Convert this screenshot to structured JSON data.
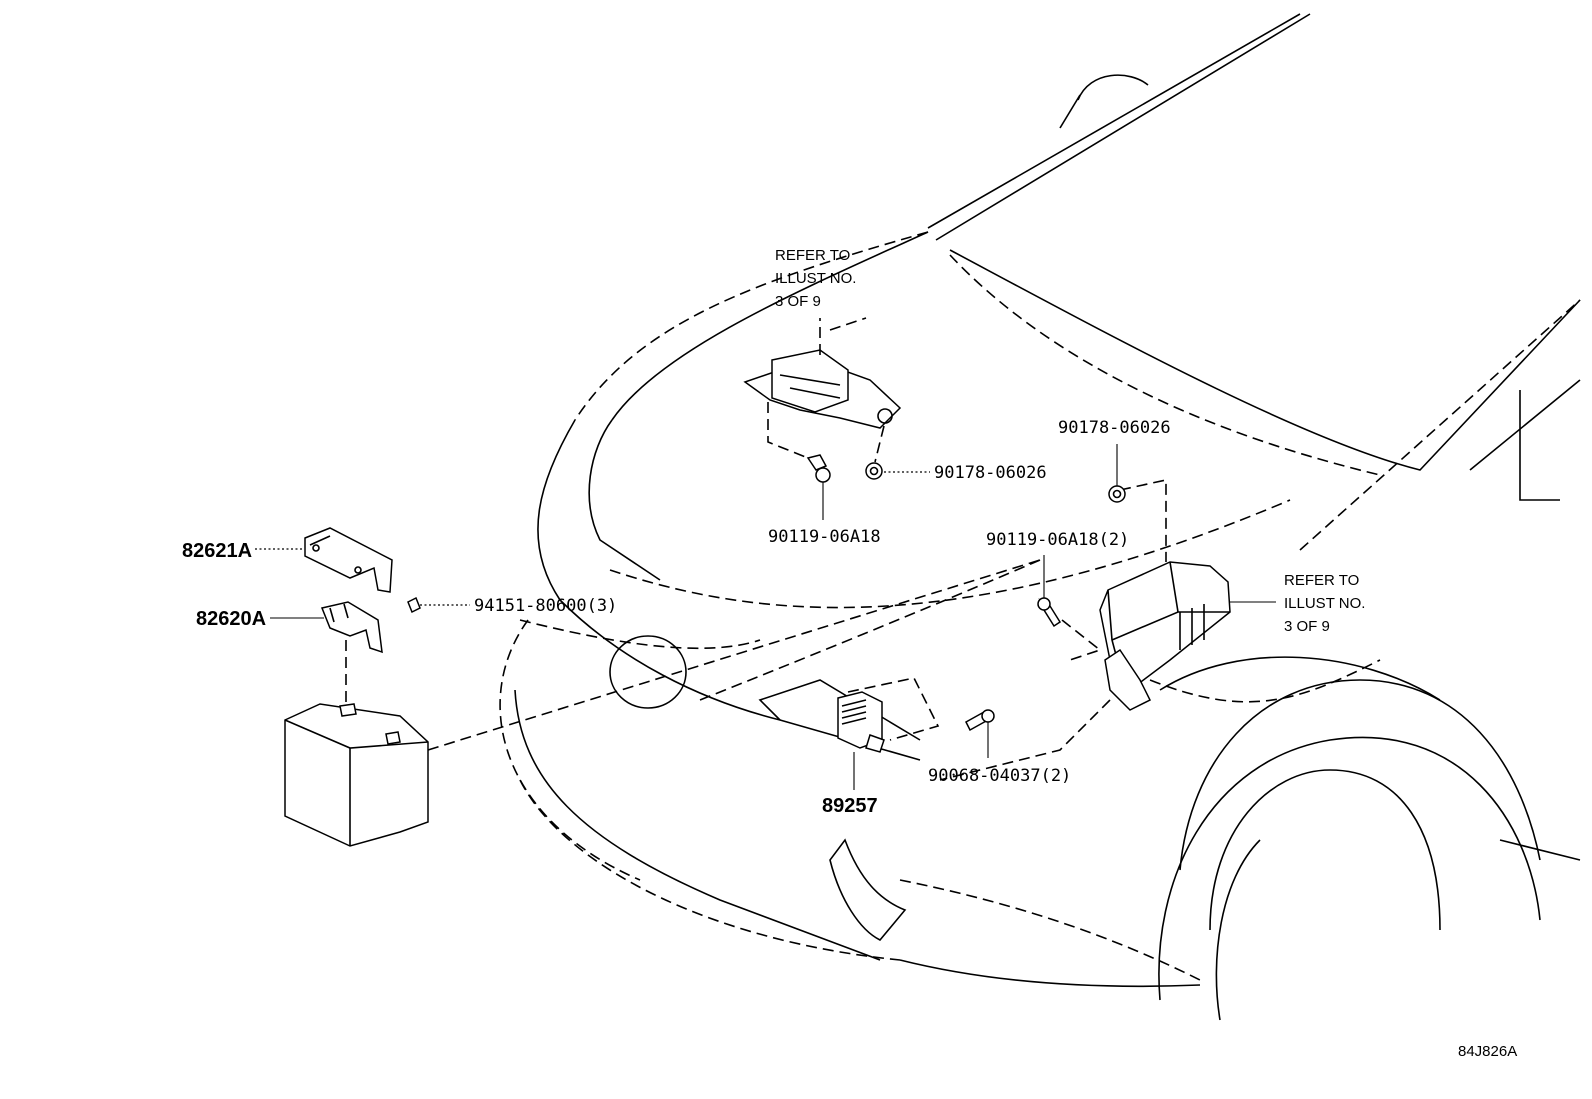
{
  "callouts": {
    "refer_top": [
      "REFER TO",
      "ILLUST NO.",
      "3 OF 9"
    ],
    "refer_right": [
      "REFER TO",
      "ILLUST NO.",
      "3 OF 9"
    ],
    "nut_top": "90178-06026",
    "bolt_top": "90119-06A18",
    "nut_right": "90178-06026",
    "bolt_right": "90119-06A18(2)",
    "connector_cover": "82621A",
    "connector": "82620A",
    "screw_left": "94151-80600(3)",
    "screw_mid": "90068-04037(2)",
    "sensor": "89257"
  },
  "illustration_code": "84J826A"
}
